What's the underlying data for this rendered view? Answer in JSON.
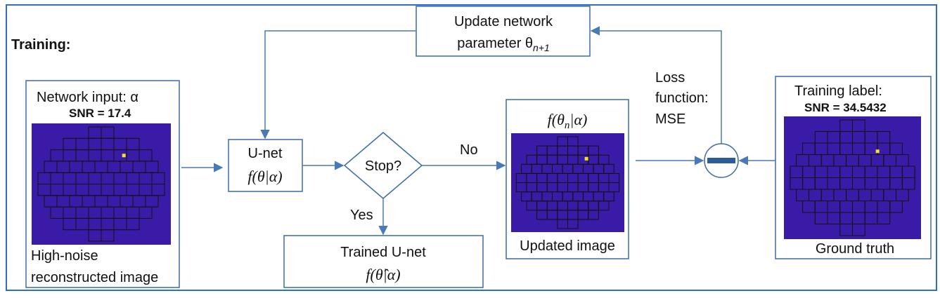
{
  "section_title": "Training:",
  "input_box": {
    "title": "Network input: α",
    "snr": "SNR = 17.4",
    "caption_line1": "High-noise",
    "caption_line2": "reconstructed image"
  },
  "unet_box": {
    "label": "U-net",
    "formula": "f(θ|α)"
  },
  "decision": {
    "label": "Stop?",
    "no_label": "No",
    "yes_label": "Yes"
  },
  "trained_box": {
    "label": "Trained U-net",
    "formula": "f(θ̂|α)"
  },
  "update_box": {
    "line1": "Update network",
    "line2_prefix": "parameter θ",
    "line2_sub": "n+1"
  },
  "output_box": {
    "formula_prefix": "f(θ",
    "formula_sub": "n",
    "formula_suffix": "|α)",
    "caption": "Updated image"
  },
  "loss": {
    "line1": "Loss",
    "line2": "function:",
    "line3": "MSE"
  },
  "label_box": {
    "title": "Training label:",
    "snr": "SNR = 34.5432",
    "caption": "Ground truth"
  },
  "colors": {
    "frame": "#2f6fbf",
    "arrow": "#4a7ab5",
    "detector_fill": "#3a1ba8",
    "hot_pixel": "#f4e12a"
  }
}
